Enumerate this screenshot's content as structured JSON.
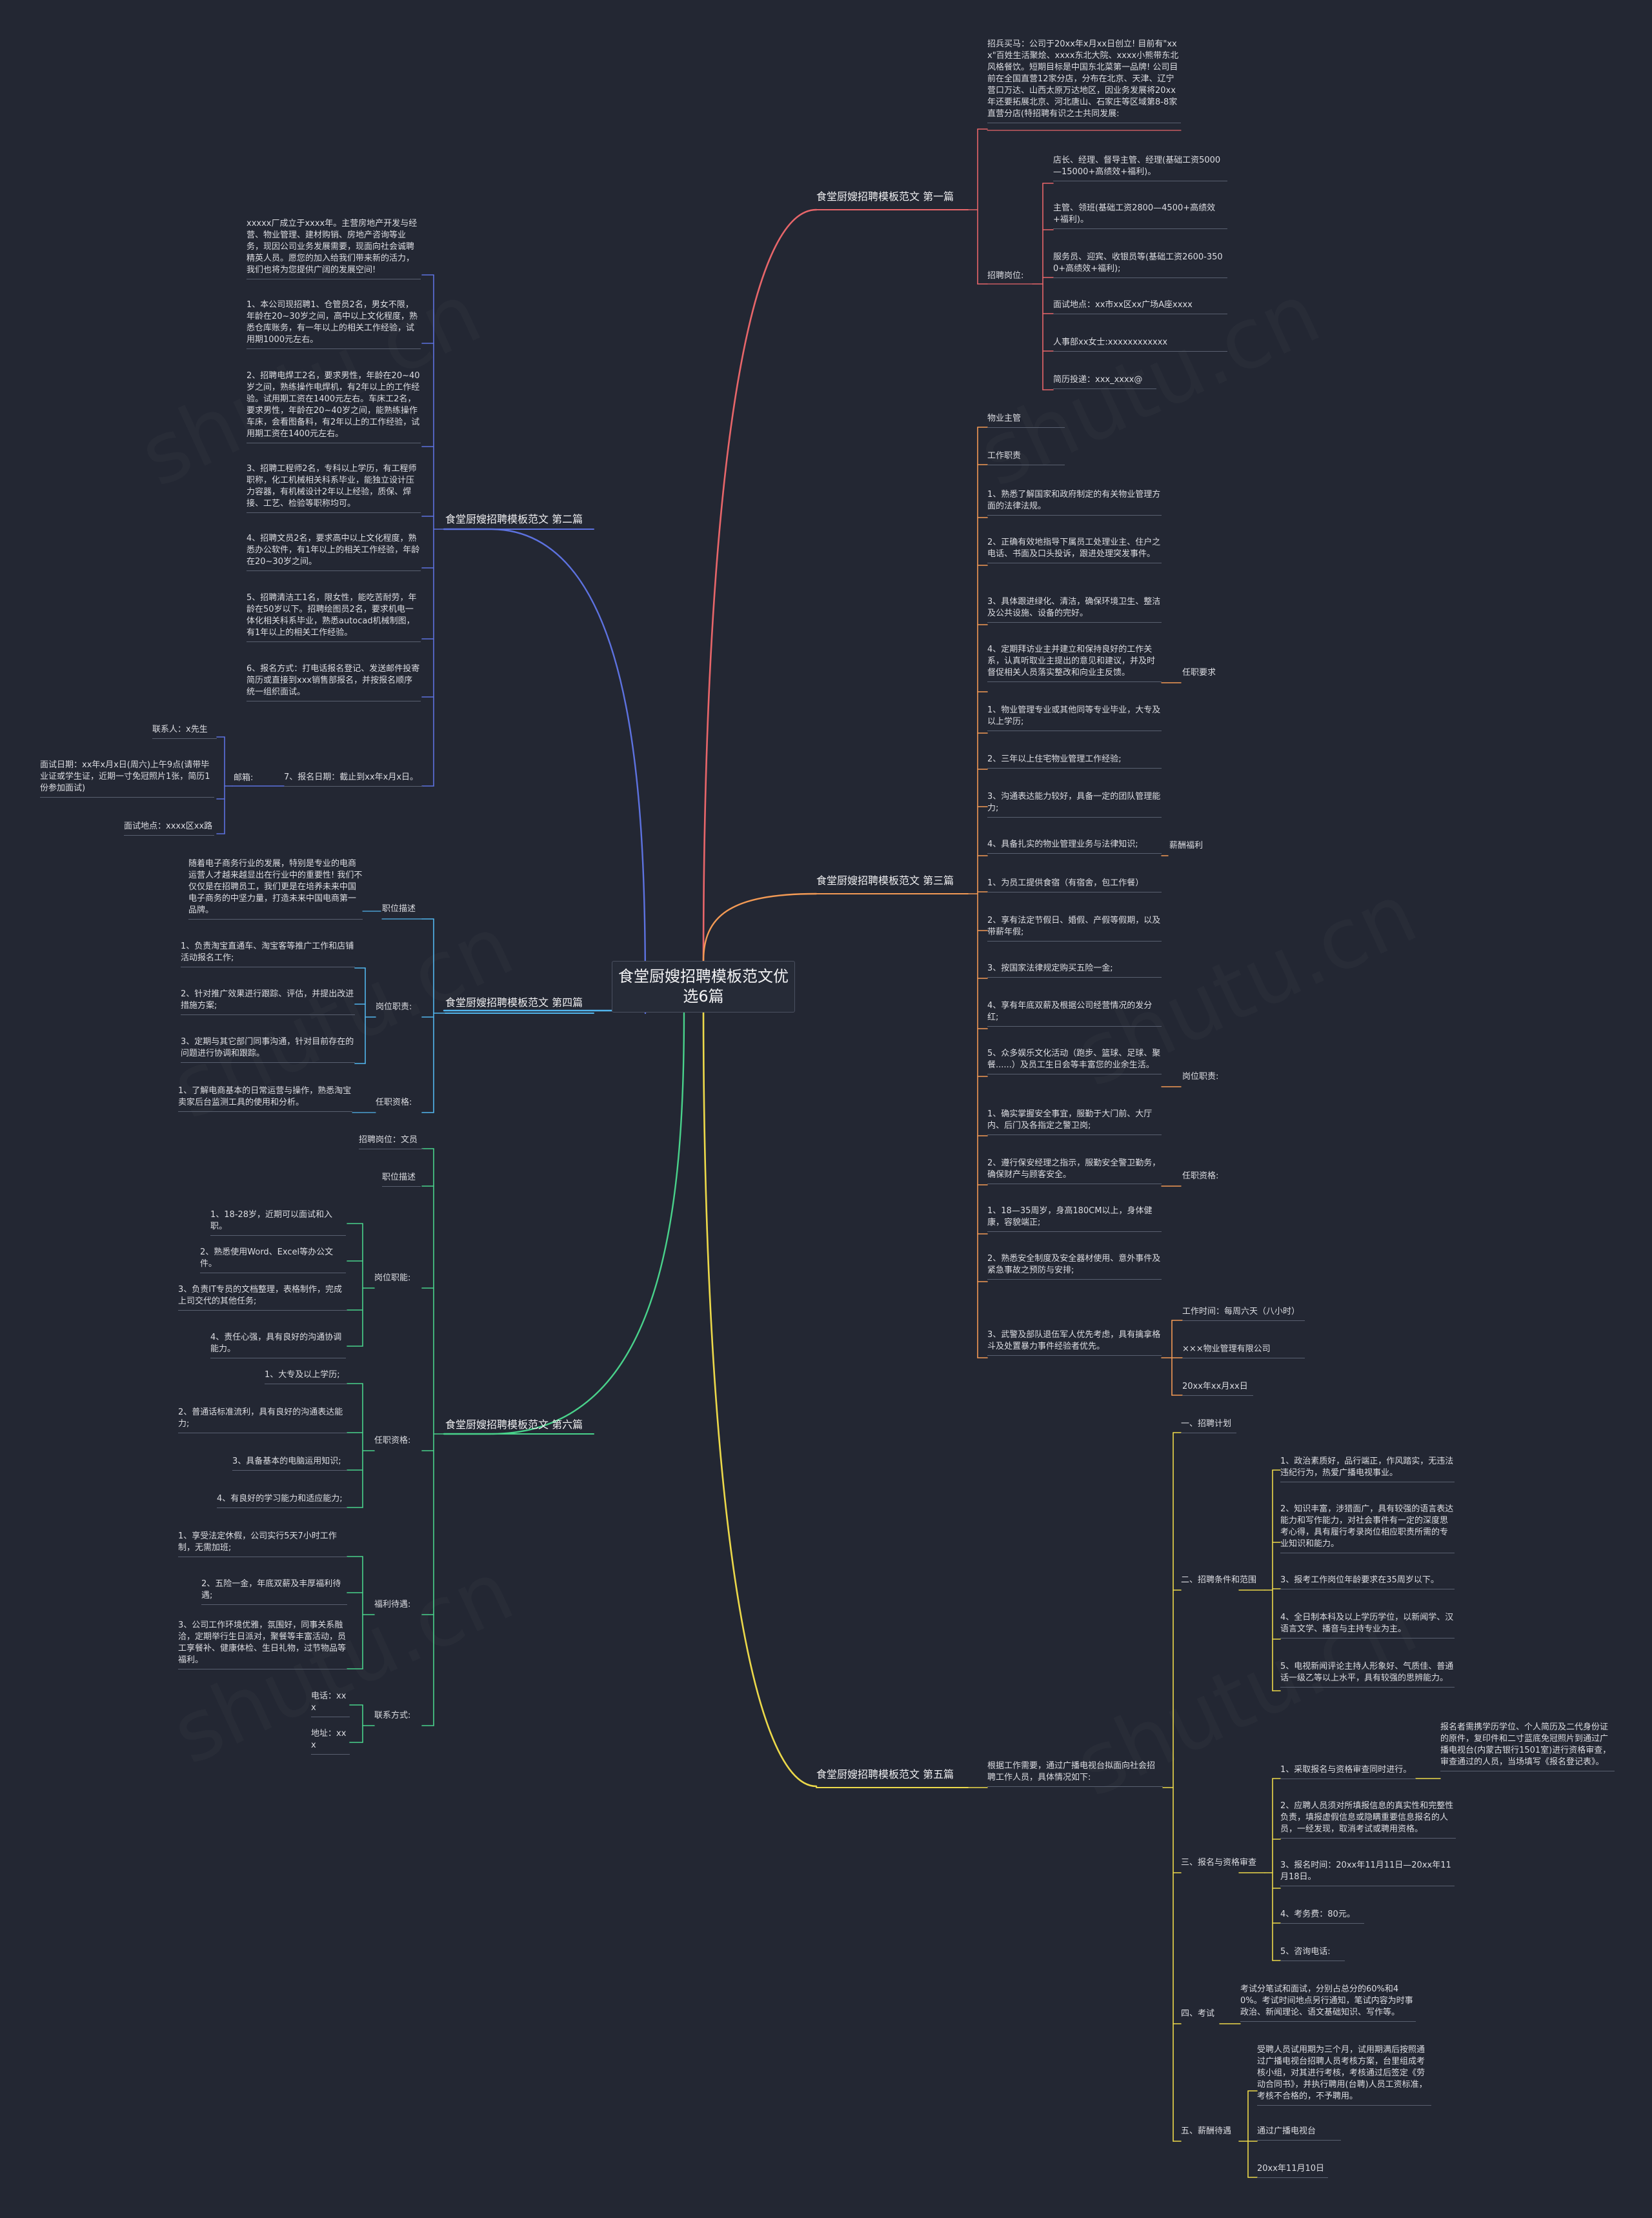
{
  "root": "食堂厨嫂招聘模板范文优选6篇",
  "watermark": "shutu.cn",
  "branches": {
    "b1": "食堂厨嫂招聘模板范文 第一篇",
    "b2": "食堂厨嫂招聘模板范文 第二篇",
    "b3": "食堂厨嫂招聘模板范文 第三篇",
    "b4": "食堂厨嫂招聘模板范文 第四篇",
    "b5": "食堂厨嫂招聘模板范文 第五篇",
    "b6": "食堂厨嫂招聘模板范文 第六篇"
  },
  "b1": {
    "intro": "招兵买马：公司于20xx年x月xx日创立! 目前有\"xxx\"百姓生活聚烩、xxxx东北大院、xxxx小熊带东北风格餐饮。短期目标是中国东北菜第一品牌! 公司目前在全国直营12家分店，分布在北京、天津、辽宁营口万达、山西太原万达地区，因业务发展将20xx年还要拓展北京、河北唐山、石家庄等区域第8-8家直营分店(特招聘有识之士共同发展:",
    "pos_label": "招聘岗位:",
    "positions": [
      "店长、经理、督导主管、经理(基础工资5000—15000+高绩效+福利)。",
      "主管、领班(基础工资2800—4500+高绩效+福利)。",
      "服务员、迎宾、收银员等(基础工资2600-3500+高绩效+福利);",
      "面试地点：xx市xx区xx广场A座xxxx",
      "人事部xx女士:xxxxxxxxxxxx",
      "简历投递：xxx_xxxx@"
    ]
  },
  "b2": {
    "items": [
      "xxxxx厂成立于xxxx年。主营房地产开发与经营、物业管理、建材购销、房地产咨询等业务，现因公司业务发展需要，现面向社会诚聘精英人员。愿您的加入给我们带来新的活力，我们也将为您提供广阔的发展空间!",
      "1、本公司现招聘1、仓管员2名，男女不限，年龄在20~30岁之间，高中以上文化程度，熟悉仓库账务，有一年以上的相关工作经验，试用期1000元左右。",
      "2、招聘电焊工2名，要求男性，年龄在20~40岁之间，熟练操作电焊机，有2年以上的工作经验。试用期工资在1400元左右。车床工2名，要求男性，年龄在20~40岁之间，能熟练操作车床，会看图备料，有2年以上的工作经验，试用期工资在1400元左右。",
      "3、招聘工程师2名，专科以上学历，有工程师职称，化工机械相关科系毕业，能独立设计压力容器，有机械设计2年以上经验，质保、焊接、工艺、检验等职称均可。",
      "4、招聘文员2名，要求高中以上文化程度，熟悉办公软件，有1年以上的相关工作经验，年龄在20~30岁之间。",
      "5、招聘清洁工1名，限女性，能吃苦耐劳，年龄在50岁以下。招聘绘图员2名，要求机电一体化相关科系毕业，熟悉autocad机械制图，有1年以上的相关工作经验。",
      "6、报名方式：打电话报名登记、发送邮件投寄简历或直接到xxx销售部报名，并按报名顺序统一组织面试。",
      "7、报名日期：截止到xx年x月x日。"
    ],
    "mail_label": "邮箱:",
    "contact": "联系人：x先生",
    "interview_date": "面试日期：xx年x月x日(周六)上午9点(请带毕业证或学生证，近期一寸免冠照片1张，简历1份参加面试)",
    "interview_place": "面试地点：xxxx区xx路"
  },
  "b3": {
    "title": "物业主管",
    "duty_label": "工作职责",
    "duties": [
      "1、熟悉了解国家和政府制定的有关物业管理方面的法律法规。",
      "2、正确有效地指导下属员工处理业主、住户之电话、书面及口头投诉，跟进处理突发事件。",
      "3、具体跟进绿化、清洁，确保环境卫生、整洁及公共设施、设备的完好。",
      "4、定期拜访业主并建立和保持良好的工作关系，认真听取业主提出的意见和建议，并及时督促相关人员落实整改和向业主反馈。"
    ],
    "req_label": "任职要求",
    "reqs": [
      "1、物业管理专业或其他同等专业毕业，大专及以上学历;",
      "2、三年以上住宅物业管理工作经验;",
      "3、沟通表达能力较好，具备一定的团队管理能力;",
      "4、具备扎实的物业管理业务与法律知识;"
    ],
    "salary_label": "薪酬福利",
    "salary": [
      "1、为员工提供食宿（有宿舍，包工作餐）",
      "2、享有法定节假日、婚假、产假等假期，以及带薪年假;",
      "3、按国家法律规定购买五险一金;",
      "4、享有年底双薪及根据公司经营情况的发分红;",
      "5、众多娱乐文化活动（跑步、篮球、足球、聚餐......）及员工生日会等丰富您的业余生活。"
    ],
    "post_label": "岗位职责:",
    "post": [
      "1、确实掌握安全事宜，服勤于大门前、大厅内、后门及各指定之警卫岗;",
      "2、遵行保安经理之指示，服勤安全警卫勤务，确保财产与顾客安全。"
    ],
    "qual_label": "任职资格:",
    "qual": [
      "1、18—35周岁，身高180CM以上，身体健康，容貌端正;",
      "2、熟悉安全制度及安全器材使用、意外事件及紧急事故之预防与安排;",
      "3、武警及部队退伍军人优先考虑，具有擒拿格斗及处置暴力事件经验者优先。"
    ],
    "time": "工作时间：每周六天（八小时）",
    "company": "×××物业管理有限公司",
    "date": "20xx年xx月xx日"
  },
  "b4": {
    "desc_label": "职位描述",
    "desc": "随着电子商务行业的发展，特别是专业的电商运营人才越来越显出在行业中的重要性! 我们不仅仅是在招聘员工，我们更是在培养未来中国电子商务的中坚力量，打造未来中国电商第一品牌。",
    "duty_label": "岗位职责:",
    "duties": [
      "1、负责淘宝直通车、淘宝客等推广工作和店铺活动报名工作;",
      "2、针对推广效果进行跟踪、评估，并提出改进措施方案;",
      "3、定期与其它部门同事沟通，针对目前存在的问题进行协调和跟踪。"
    ],
    "qual_label": "任职资格:",
    "qual": "1、了解电商基本的日常运营与操作，熟悉淘宝卖家后台监测工具的使用和分析。"
  },
  "b5": {
    "intro": "根据工作需要，通过广播电视台拟面向社会招聘工作人员，具体情况如下:",
    "s1": "一、招聘计划",
    "s2": "二、招聘条件和范围",
    "s2_items": [
      "1、政治素质好，品行端正，作风踏实，无违法违纪行为，热爱广播电视事业。",
      "2、知识丰富，涉猎面广，具有较强的语言表达能力和写作能力，对社会事件有一定的深度思考心得，具有履行考录岗位相应职责所需的专业知识和能力。",
      "3、报考工作岗位年龄要求在35周岁以下。",
      "4、全日制本科及以上学历学位，以新闻学、汉语言文学、播音与主持专业为主。",
      "5、电视新闻评论主持人形象好、气质佳、普通话一级乙等以上水平，具有较强的思辨能力。"
    ],
    "s3": "三、报名与资格审查",
    "s3_items": [
      "1、采取报名与资格审查同时进行。",
      "2、应聘人员须对所填报信息的真实性和完整性负责，填报虚假信息或隐瞒重要信息报名的人员，一经发现，取消考试或聘用资格。",
      "3、报名时间：20xx年11月11日—20xx年11月18日。",
      "4、考务费：80元。",
      "5、咨询电话:"
    ],
    "s3_sub": "报名者需携学历学位、个人简历及二代身份证的原件，复印件和二寸蓝底免冠照片到通过广播电视台(内蒙古银行1501室)进行资格审查，审查通过的人员，当场填写《报名登记表》。",
    "s4": "四、考试",
    "s4_text": "考试分笔试和面试，分别占总分的60%和40%。考试时间地点另行通知，笔试内容为时事政治、新闻理论、语文基础知识、写作等。",
    "s5": "五、薪酬待遇",
    "s5_text": "受聘人员试用期为三个月，试用期满后按照通过广播电视台招聘人员考核方案，台里组成考核小组，对其进行考核，考核通过后签定《劳动合同书》，并执行聘用(台聘)人员工资标准，考核不合格的，不予聘用。",
    "s5_sign": "通过广播电视台",
    "s5_date": "20xx年11月10日"
  },
  "b6": {
    "position": "招聘岗位：文员",
    "desc_label": "职位描述",
    "duty_label": "岗位职能:",
    "duties": [
      "1、18-28岁，近期可以面试和入职。",
      "2、熟悉使用Word、Excel等办公文件。",
      "3、负责IT专员的文档整理，表格制作，完成上司交代的其他任务;",
      "4、责任心强，具有良好的沟通协调能力。"
    ],
    "qual_label": "任职资格:",
    "qual": [
      "1、大专及以上学历;",
      "2、普通话标准流利，具有良好的沟通表达能力;",
      "3、具备基本的电脑运用知识;",
      "4、有良好的学习能力和适应能力;"
    ],
    "welfare_label": "福利待遇:",
    "welfare": [
      "1、享受法定休假，公司实行5天7小时工作制，无需加班;",
      "2、五险一金，年底双薪及丰厚福利待遇;",
      "3、公司工作环境优雅，氛围好，同事关系融洽，定期举行生日派对，聚餐等丰富活动，员工享餐补、健康体检、生日礼物，过节物品等福利。"
    ],
    "contact_label": "联系方式:",
    "phone": "电话：xxx",
    "address": "地址：xxx"
  },
  "colors": {
    "b1": "#e8666a",
    "b2": "#5d72e0",
    "b3": "#f39a55",
    "b4": "#52b6ee",
    "b5": "#ecd94a",
    "b6": "#49d28b"
  }
}
